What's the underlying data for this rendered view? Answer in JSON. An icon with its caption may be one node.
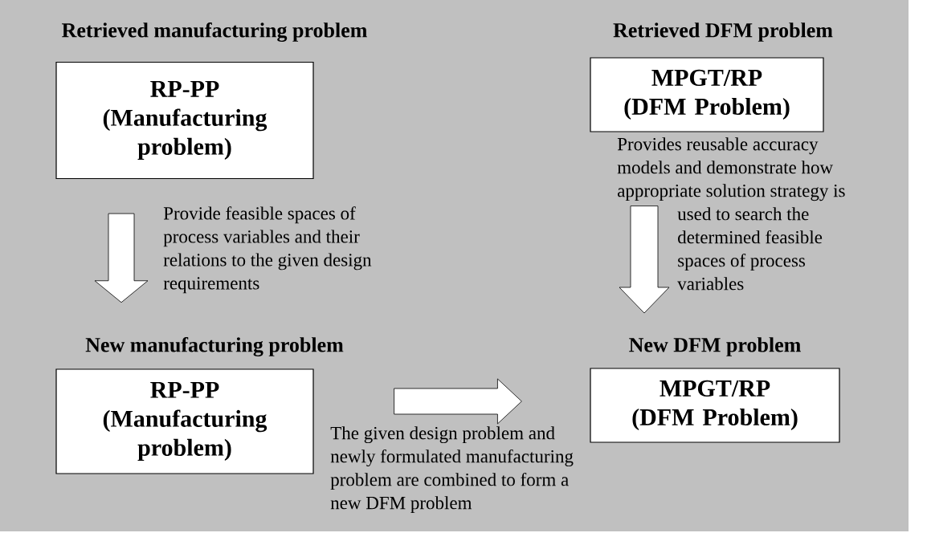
{
  "diagram": {
    "nodes": [
      {
        "text": [
          "Retrieved manufacturing problem",
          "RP-PP (Manufacturing problem)"
        ]
      },
      {
        "text": [
          "Retrieved DFM problem",
          "MPGT/RP (DFM Problem)"
        ]
      },
      {
        "text": [
          "New manufacturing problem",
          "RP-PP (Manufacturing problem)"
        ]
      },
      {
        "text": [
          "New DFM problem",
          "MPGT/RP (DFM Problem)"
        ]
      }
    ],
    "edges": [
      {
        "from": 0,
        "to": 2,
        "arrow": "to",
        "label": "Provide feasible spaces of process variables and their relations to the given design requirements"
      },
      {
        "from": 1,
        "to": 3,
        "arrow": "to",
        "label": "Provides reusable accuracy models and demonstrate how appropriate solution strategy is used to search the determined feasible spaces of process variables"
      },
      {
        "from": 2,
        "to": 3,
        "arrow": "to",
        "label": "The given design problem and newly formulated manufacturing problem are combined to form a new DFM problem"
      }
    ]
  }
}
